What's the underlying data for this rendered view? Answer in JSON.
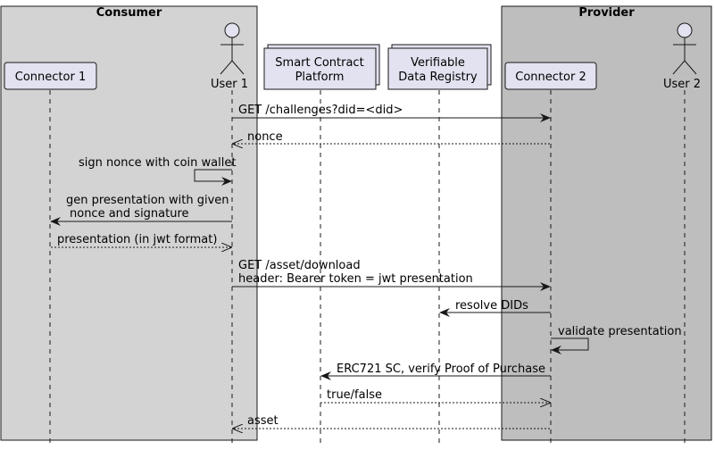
{
  "groups": {
    "consumer": {
      "label": "Consumer",
      "color": "#d3d3d3"
    },
    "provider": {
      "label": "Provider",
      "color": "#bebebe"
    }
  },
  "participants": {
    "connector1": {
      "label": "Connector 1"
    },
    "user1": {
      "label": "User 1"
    },
    "scp": {
      "label_line1": "Smart Contract",
      "label_line2": "Platform"
    },
    "vdr": {
      "label_line1": "Verifiable",
      "label_line2": "Data Registry"
    },
    "connector2": {
      "label": "Connector 2"
    },
    "user2": {
      "label": "User 2"
    }
  },
  "messages": {
    "m1": "GET /challenges?did=<did>",
    "m2": "nonce",
    "m3": "sign nonce with coin wallet",
    "m4_line1": "gen presentation with given",
    "m4_line2": "nonce and signature",
    "m5": "presentation (in jwt format)",
    "m6_line1": "GET /asset/download",
    "m6_line2": "header: Bearer token = jwt presentation",
    "m7": "resolve DIDs",
    "m8": "validate presentation",
    "m9": "ERC721 SC, verify Proof of Purchase",
    "m10": "true/false",
    "m11": "asset"
  },
  "colors": {
    "participant_fill": "#e2e2f0",
    "line": "#181818"
  }
}
